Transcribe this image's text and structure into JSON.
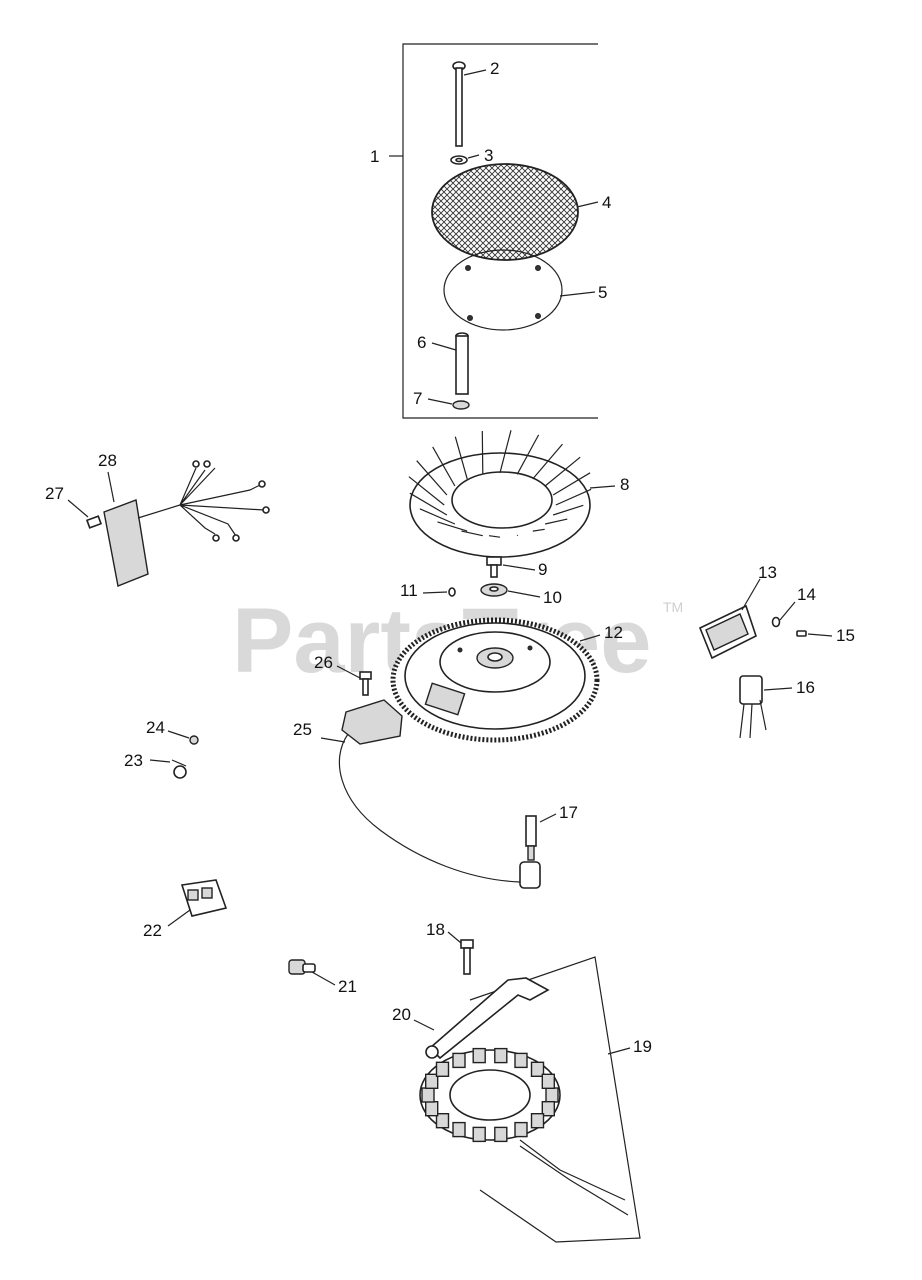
{
  "watermark": {
    "text": "PartsTree",
    "trademark": "TM"
  },
  "callouts": [
    "1",
    "2",
    "3",
    "4",
    "5",
    "6",
    "7",
    "8",
    "9",
    "10",
    "11",
    "12",
    "13",
    "14",
    "15",
    "16",
    "17",
    "18",
    "19",
    "20",
    "21",
    "22",
    "23",
    "24",
    "25",
    "26",
    "27",
    "28"
  ],
  "icons": {
    "screen": "grass-screen-icon",
    "flywheel": "flywheel-icon",
    "fan": "fan-icon",
    "stator": "stator-icon",
    "regulator": "rectifier-regulator-icon",
    "ignition": "ignition-module-icon"
  },
  "colors": {
    "ink": "#222222",
    "paper": "#ffffff",
    "watermark": "#d9d9d9"
  }
}
